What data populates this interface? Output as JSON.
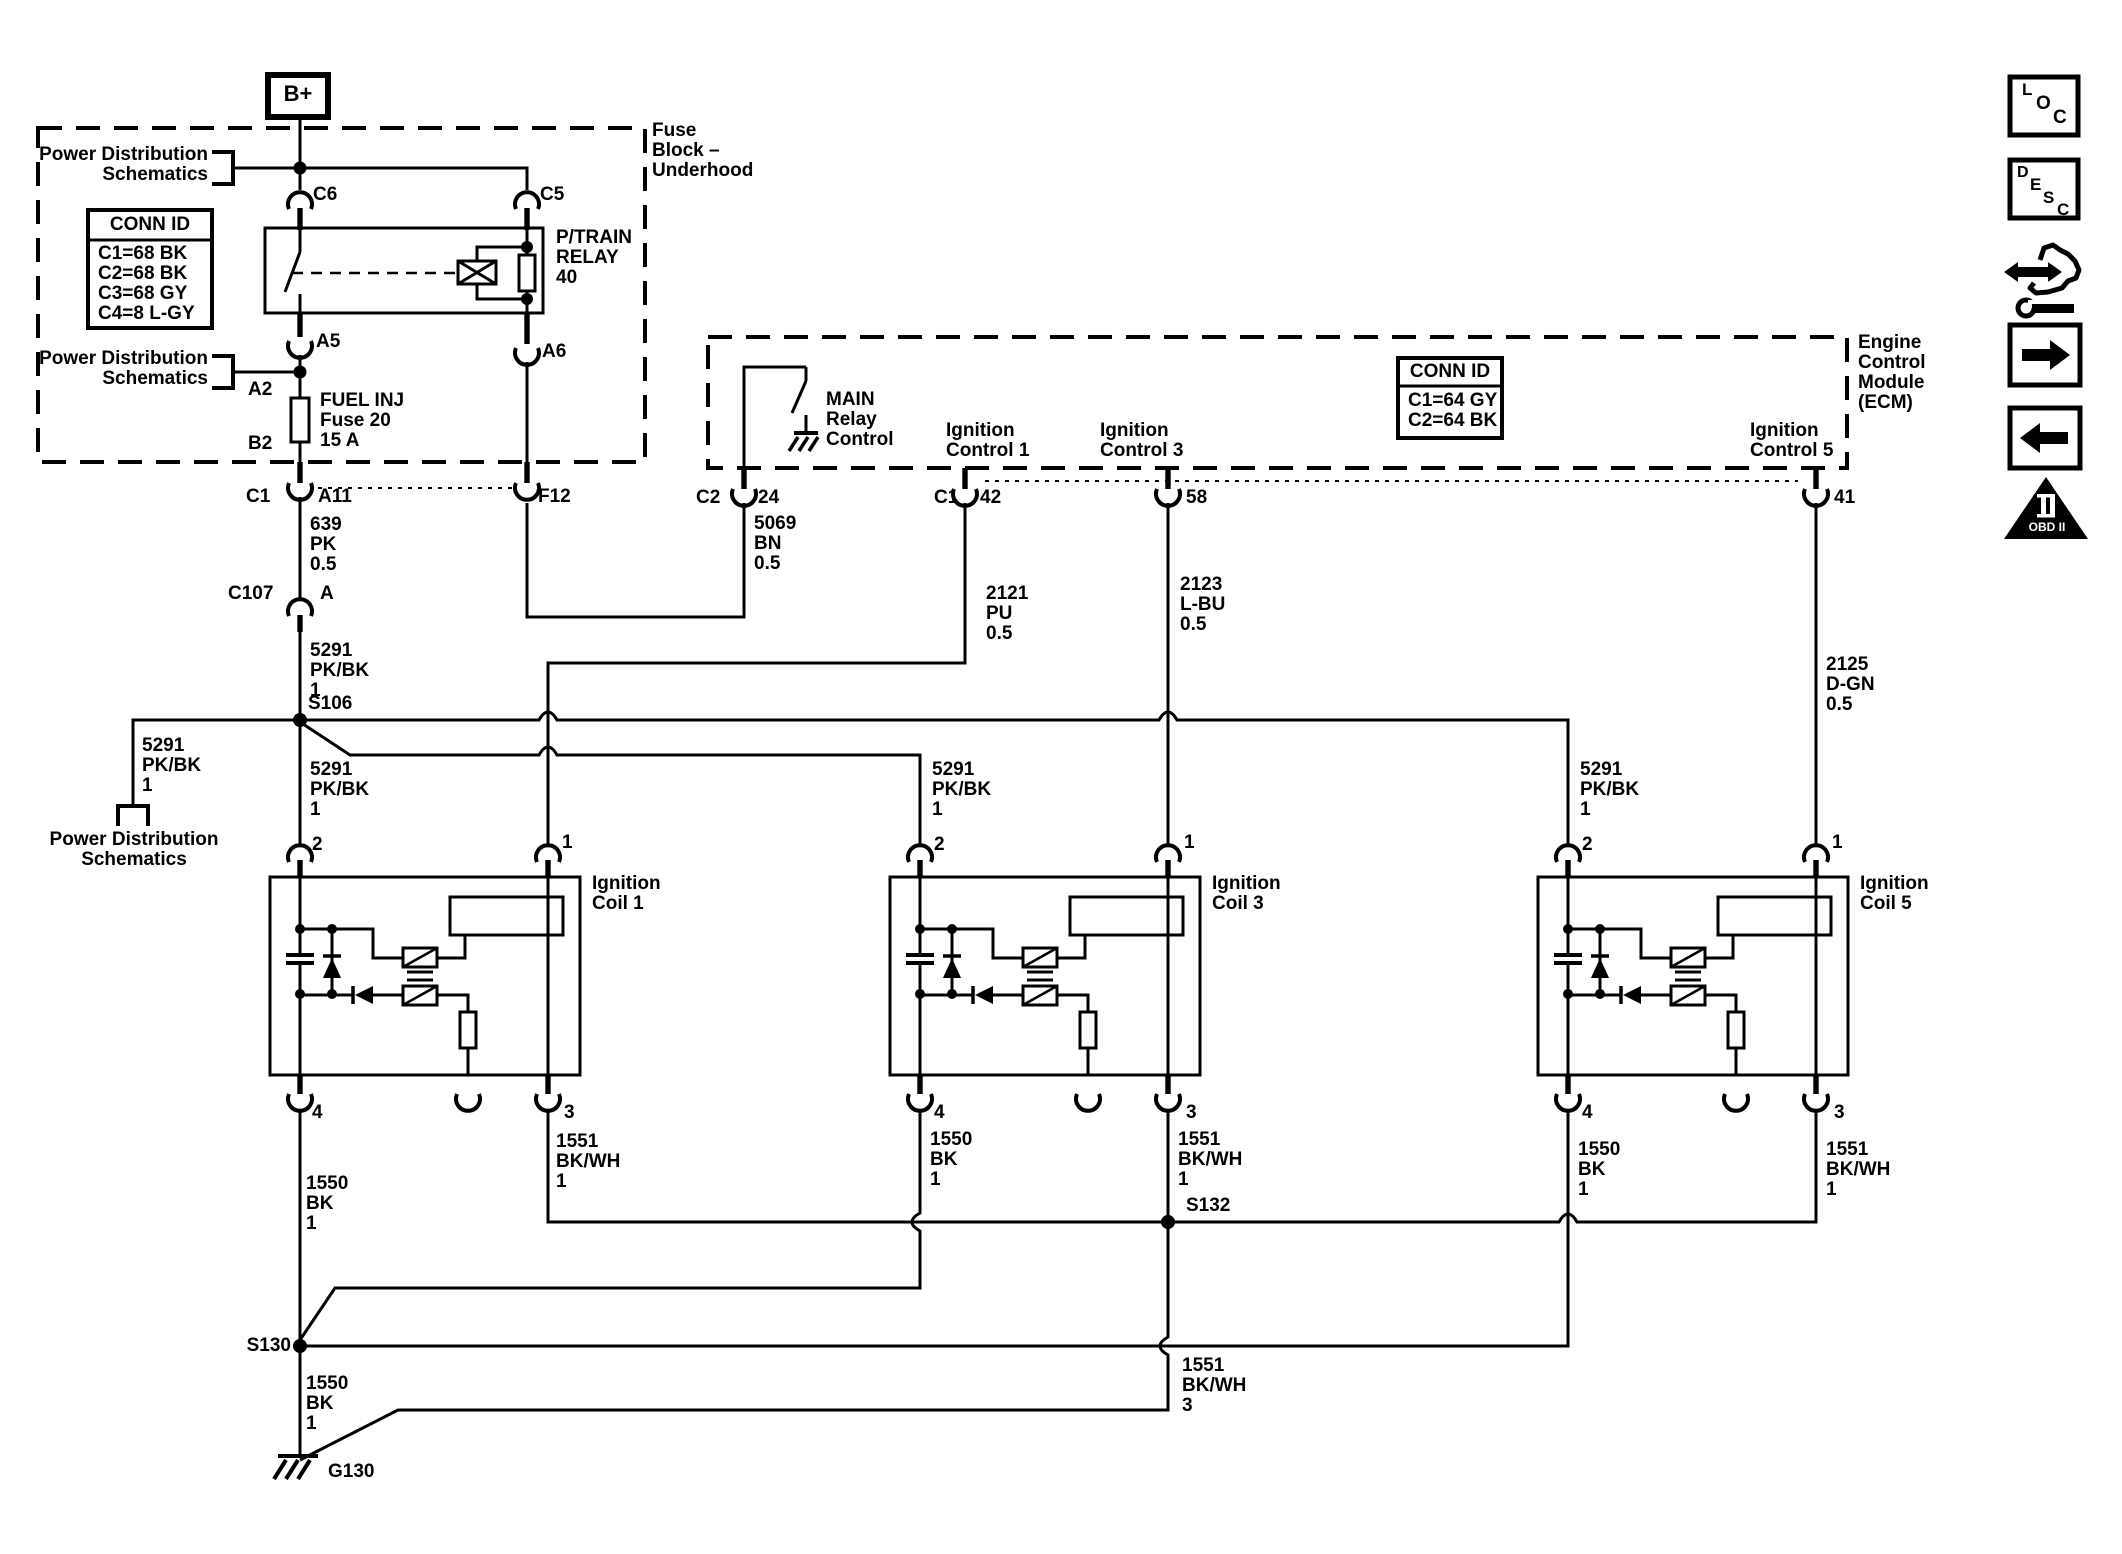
{
  "battery": {
    "label": "B+"
  },
  "fuse_block": {
    "title": "Fuse\nBlock –\nUnderhood",
    "power_dist_top": "Power Distribution\nSchematics",
    "power_dist_mid": "Power Distribution\nSchematics",
    "conn_id": {
      "header": "CONN ID",
      "rows": "C1=68 BK\nC2=68 BK\nC3=68 GY\nC4=8 L-GY"
    },
    "relay_label": "P/TRAIN\nRELAY\n40",
    "fuse_label": "FUEL INJ\nFuse 20\n15 A",
    "pins": {
      "c6": "C6",
      "c5": "C5",
      "a5": "A5",
      "a6": "A6",
      "a2": "A2",
      "b2": "B2",
      "c1": "C1",
      "a11": "A11",
      "f12": "F12"
    }
  },
  "ecm": {
    "title": "Engine\nControl\nModule\n(ECM)",
    "conn_id": {
      "header": "CONN ID",
      "rows": "C1=64 GY\nC2=64 BK"
    },
    "main_relay_control": "MAIN\nRelay\nControl",
    "ignition_control_1": "Ignition\nControl 1",
    "ignition_control_3": "Ignition\nControl 3",
    "ignition_control_5": "Ignition\nControl 5",
    "pins": {
      "c2": "C2",
      "p24": "24",
      "c1": "C1",
      "p42": "42",
      "p58": "58",
      "p41": "41"
    }
  },
  "wires": {
    "w639": "639\nPK\n0.5",
    "w5069": "5069\nBN\n0.5",
    "w2121": "2121\nPU\n0.5",
    "w2123": "2123\nL-BU\n0.5",
    "w2125": "2125\nD-GN\n0.5",
    "w5291_main": "5291\nPK/BK\n1",
    "w1550_ground": "1550\nBK\n1",
    "w1551_ground": "1551\nBK/WH\n3"
  },
  "splices": {
    "s106": "S106",
    "s130": "S130",
    "s132": "S132"
  },
  "inline_connector": {
    "name": "C107",
    "pin": "A"
  },
  "ground": {
    "name": "G130"
  },
  "power_dist_bottom": "Power Distribution\nSchematics",
  "coils": [
    {
      "name": "Ignition\nCoil 1",
      "pin1": "1",
      "pin2": "2",
      "pin3": "3",
      "pin4": "4",
      "feed": "5291\nPK/BK\n1",
      "gnd": "1550\nBK\n1",
      "ctrl_gnd": "1551\nBK/WH\n1"
    },
    {
      "name": "Ignition\nCoil 3",
      "pin1": "1",
      "pin2": "2",
      "pin3": "3",
      "pin4": "4",
      "feed": "5291\nPK/BK\n1",
      "gnd": "1550\nBK\n1",
      "ctrl_gnd": "1551\nBK/WH\n1"
    },
    {
      "name": "Ignition\nCoil 5",
      "pin1": "1",
      "pin2": "2",
      "pin3": "3",
      "pin4": "4",
      "feed": "5291\nPK/BK\n1",
      "gnd": "1550\nBK\n1",
      "ctrl_gnd": "1551\nBK/WH\n1"
    }
  ],
  "sidebar": {
    "loc": [
      "L",
      "O",
      "C"
    ],
    "desc": [
      "D",
      "E",
      "S",
      "C"
    ],
    "obd": "OBD II"
  }
}
